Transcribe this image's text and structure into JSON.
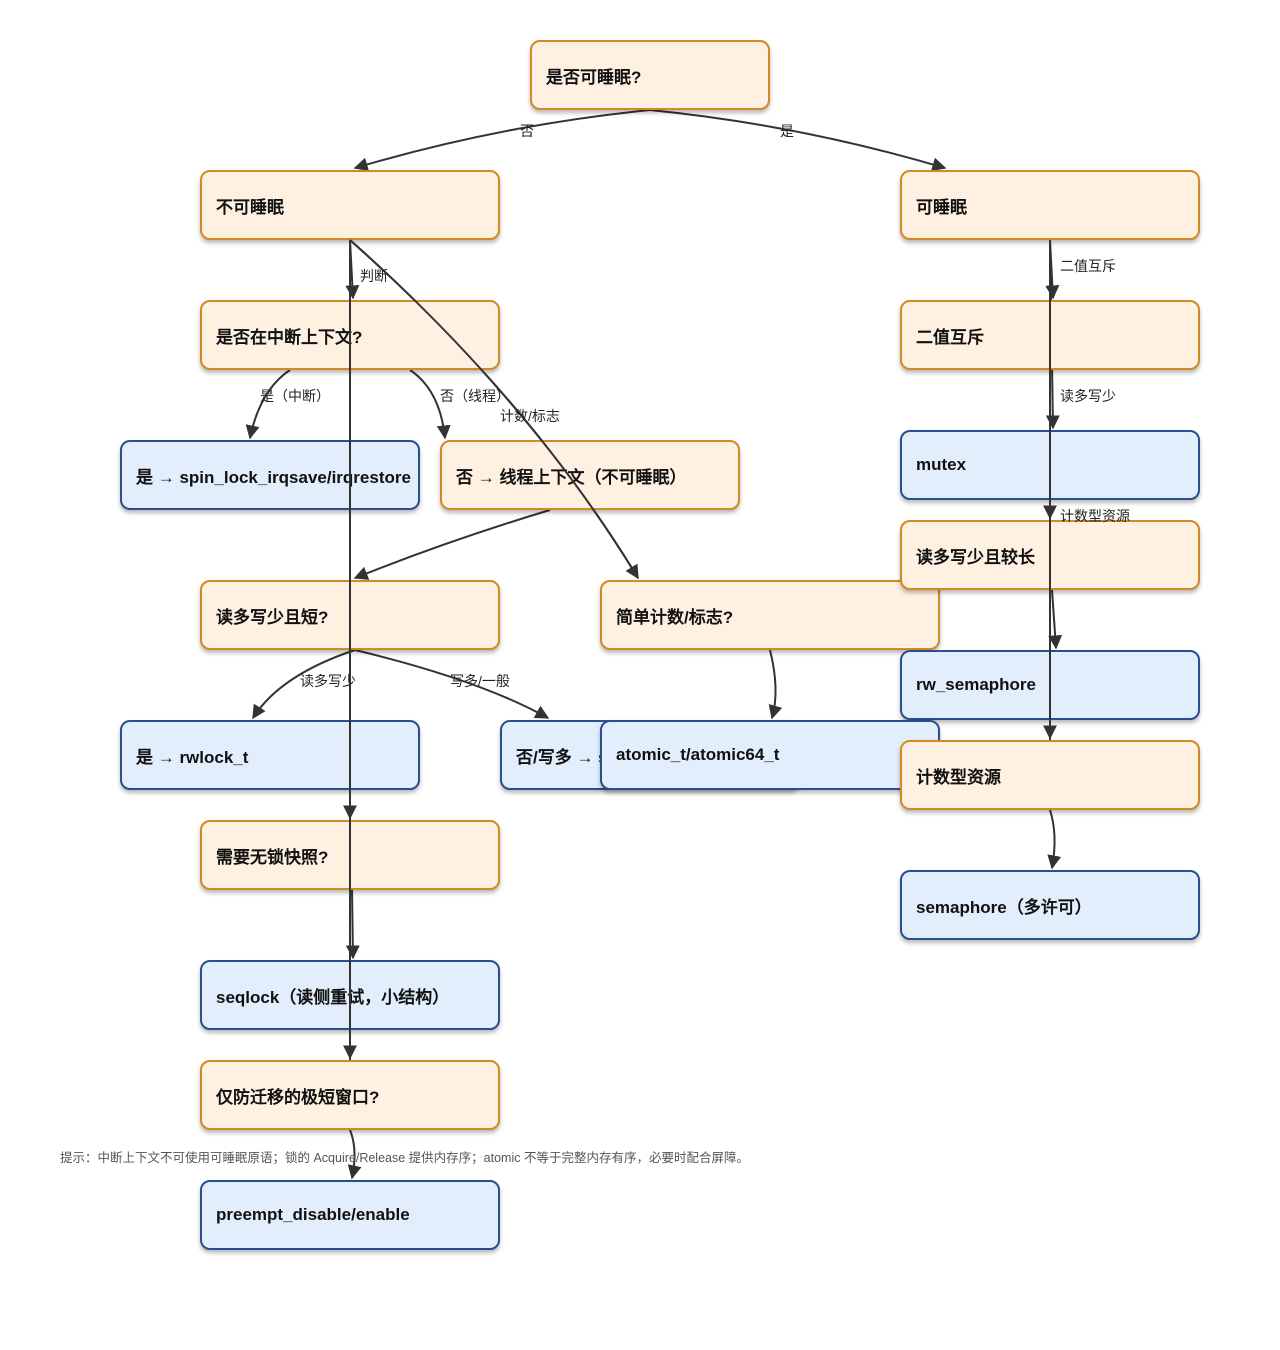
{
  "nodes": {
    "can_sleep": "是否可睡眠?",
    "no_sleep": "不可睡眠",
    "sleep": "可睡眠",
    "in_irq": "是否在中断上下文?",
    "binary_mutex": "二值互斥",
    "spin_irqsave": "是 → spin_lock_irqsave/irqrestore",
    "thread_ctx": "否 → 线程上下文（不可睡眠）",
    "mutex": "mutex",
    "read_long": "读多写少且较长",
    "read_short": "读多写少且短?",
    "simple_counter": "简单计数/标志?",
    "rw_semaphore": "rw_semaphore",
    "rwlock": "是 → rwlock_t",
    "write_more": "否/写多 → spinlock_t",
    "atomic": "atomic_t/atomic64_t",
    "counting_res": "计数型资源",
    "lockfree": "需要无锁快照?",
    "semaphore": "semaphore（多许可）",
    "seqlock": "seqlock（读侧重试，小结构）",
    "migrate": "仅防迁移的极短窗口?",
    "preempt": "preempt_disable/enable"
  },
  "edge_labels": {
    "no": "否",
    "yes": "是",
    "judge": "判断",
    "binary": "二值互斥",
    "yes_irq": "是（中断）",
    "no_thread": "否（线程）",
    "counter_flag": "计数/标志",
    "read_more_right": "读多写少",
    "counting": "计数型资源",
    "read_more_left": "读多写少",
    "write_more": "写多/一般"
  },
  "footnote": "提示：中断上下文不可使用可睡眠原语；锁的 Acquire/Release 提供内存序；atomic 不等于完整内存有序，必要时配合屏障。",
  "colors": {
    "decision_fill": "#fef1e2",
    "decision_border": "#d48a24",
    "result_fill": "#e3eefc",
    "result_border": "#2a4e8e",
    "edge": "#333333"
  }
}
